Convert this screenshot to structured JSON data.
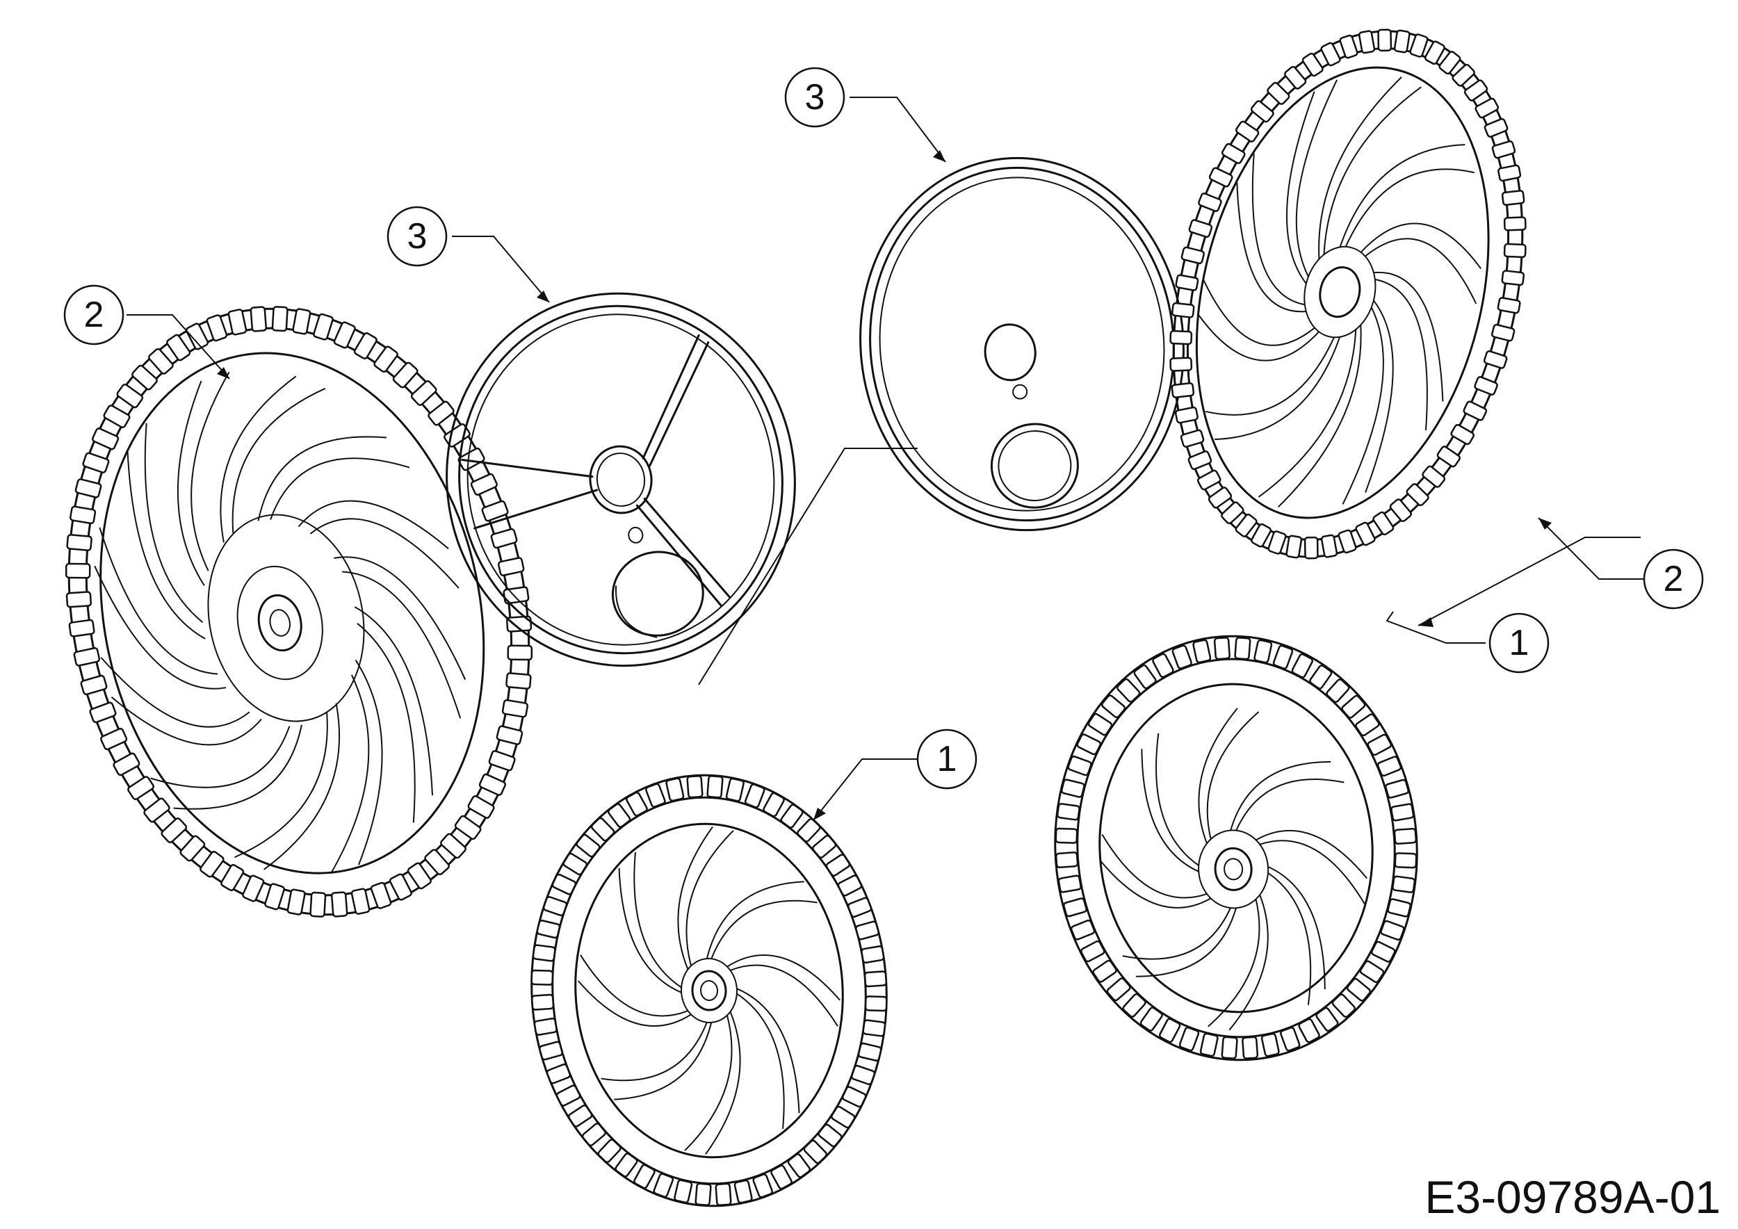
{
  "diagram": {
    "callouts": [
      {
        "label": "1"
      },
      {
        "label": "1"
      },
      {
        "label": "2"
      },
      {
        "label": "2"
      },
      {
        "label": "3"
      },
      {
        "label": "3"
      }
    ],
    "drawing_code": "E3-09789A-01"
  }
}
